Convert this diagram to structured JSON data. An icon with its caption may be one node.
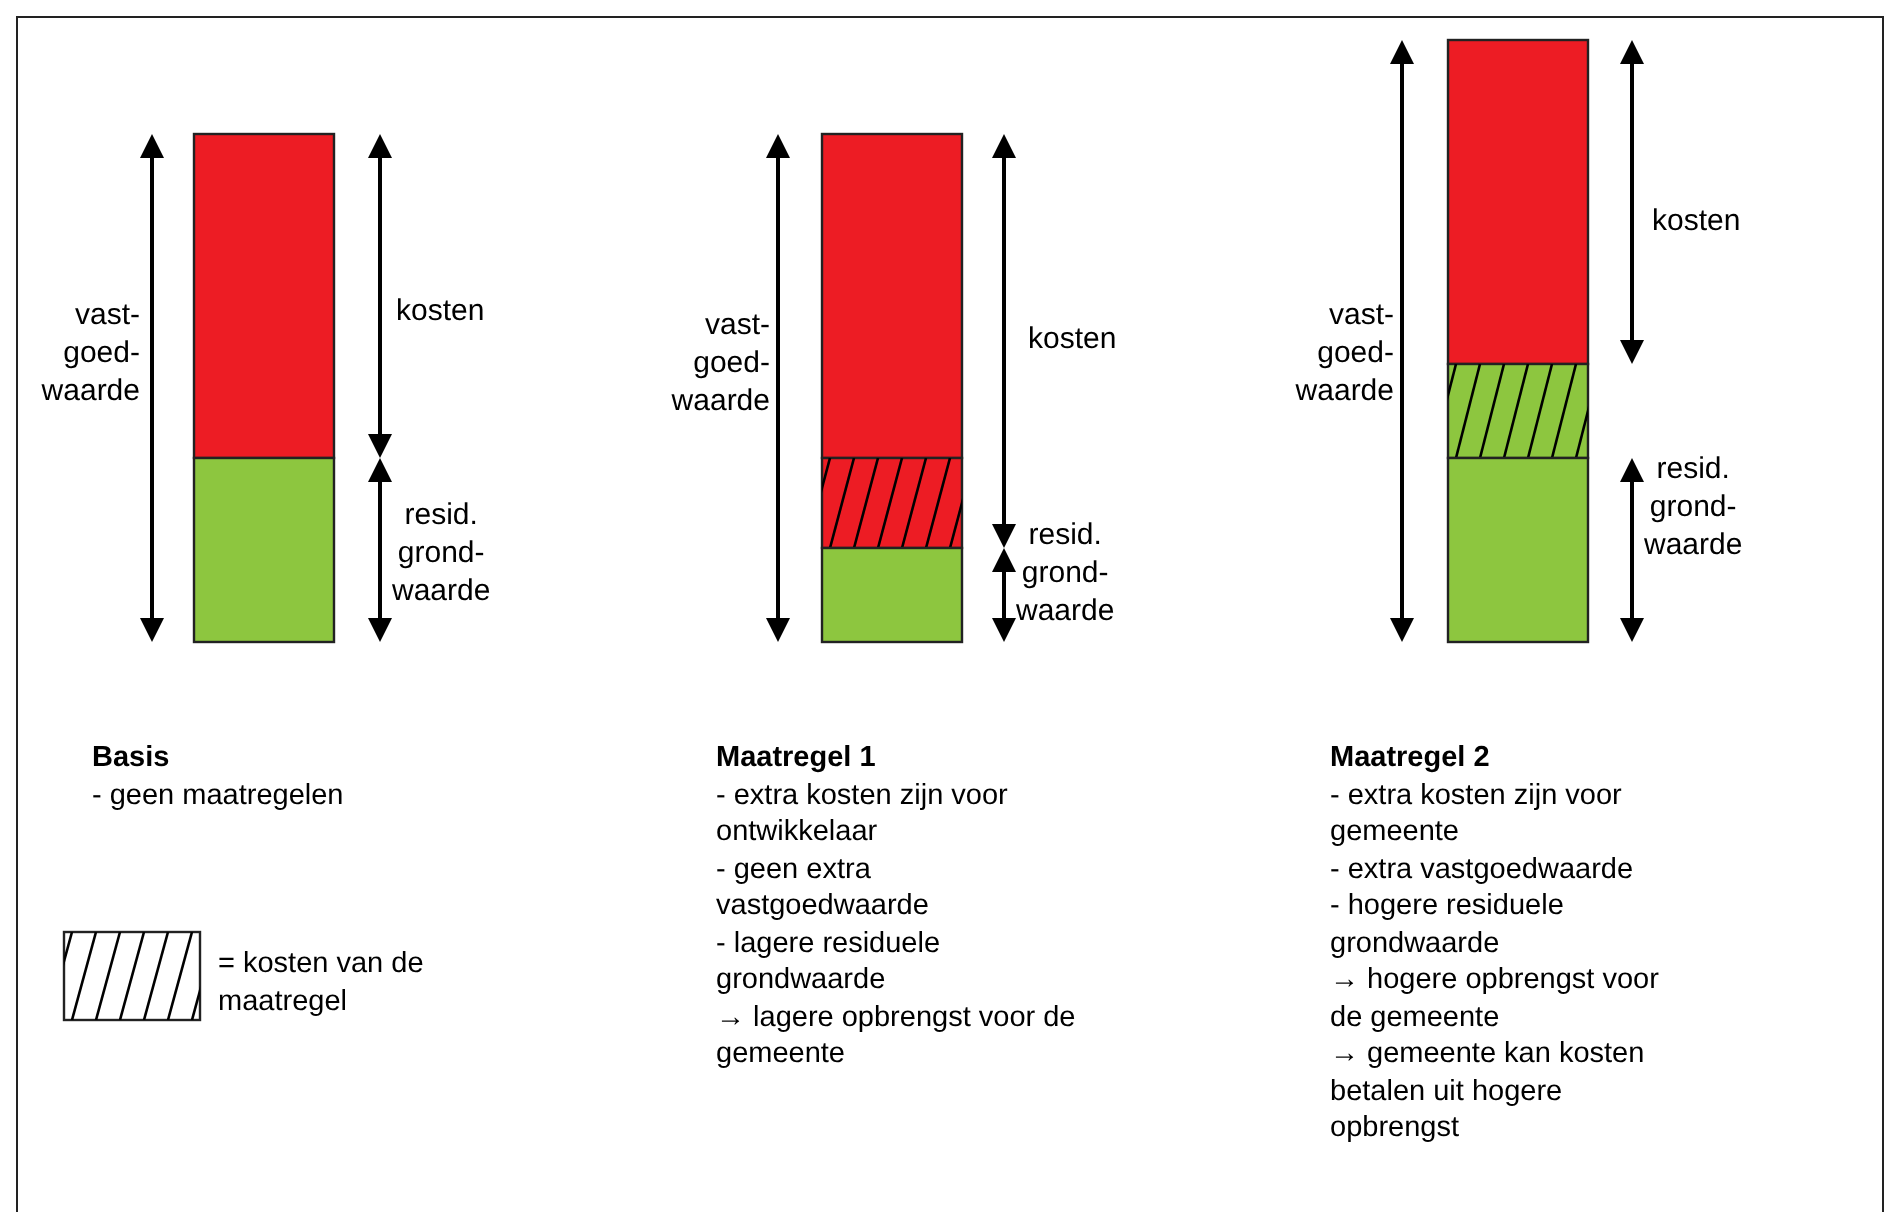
{
  "diagram": {
    "labels": [
      "vast-goed-waarde",
      "kosten",
      "resid. grond-waarde",
      "vast-goed-waarde",
      "kosten",
      "resid. grond-waarde",
      "kosten",
      "vast-goed-waarde",
      "resid. grond-waarde",
      "Basis",
      "- geen maatregelen",
      "Maatregel 1",
      "- extra kosten zijn voor ontwikkelaar",
      "- geen extra vastgoedwaarde",
      "- lagere residuele grondwaarde",
      "→ lagere opbrengst voor de gemeente",
      "Maatregel 2",
      "- extra kosten zijn voor gemeente",
      "- extra vastgoedwaarde",
      "- hogere residuele grondwaarde",
      "→ hogere opbrengst voor de gemeente",
      "→ gemeente kan kosten betalen uit hogere opbrengst"
    ],
    "legend": [
      {
        "text": "= kosten van de maatregel"
      }
    ]
  }
}
